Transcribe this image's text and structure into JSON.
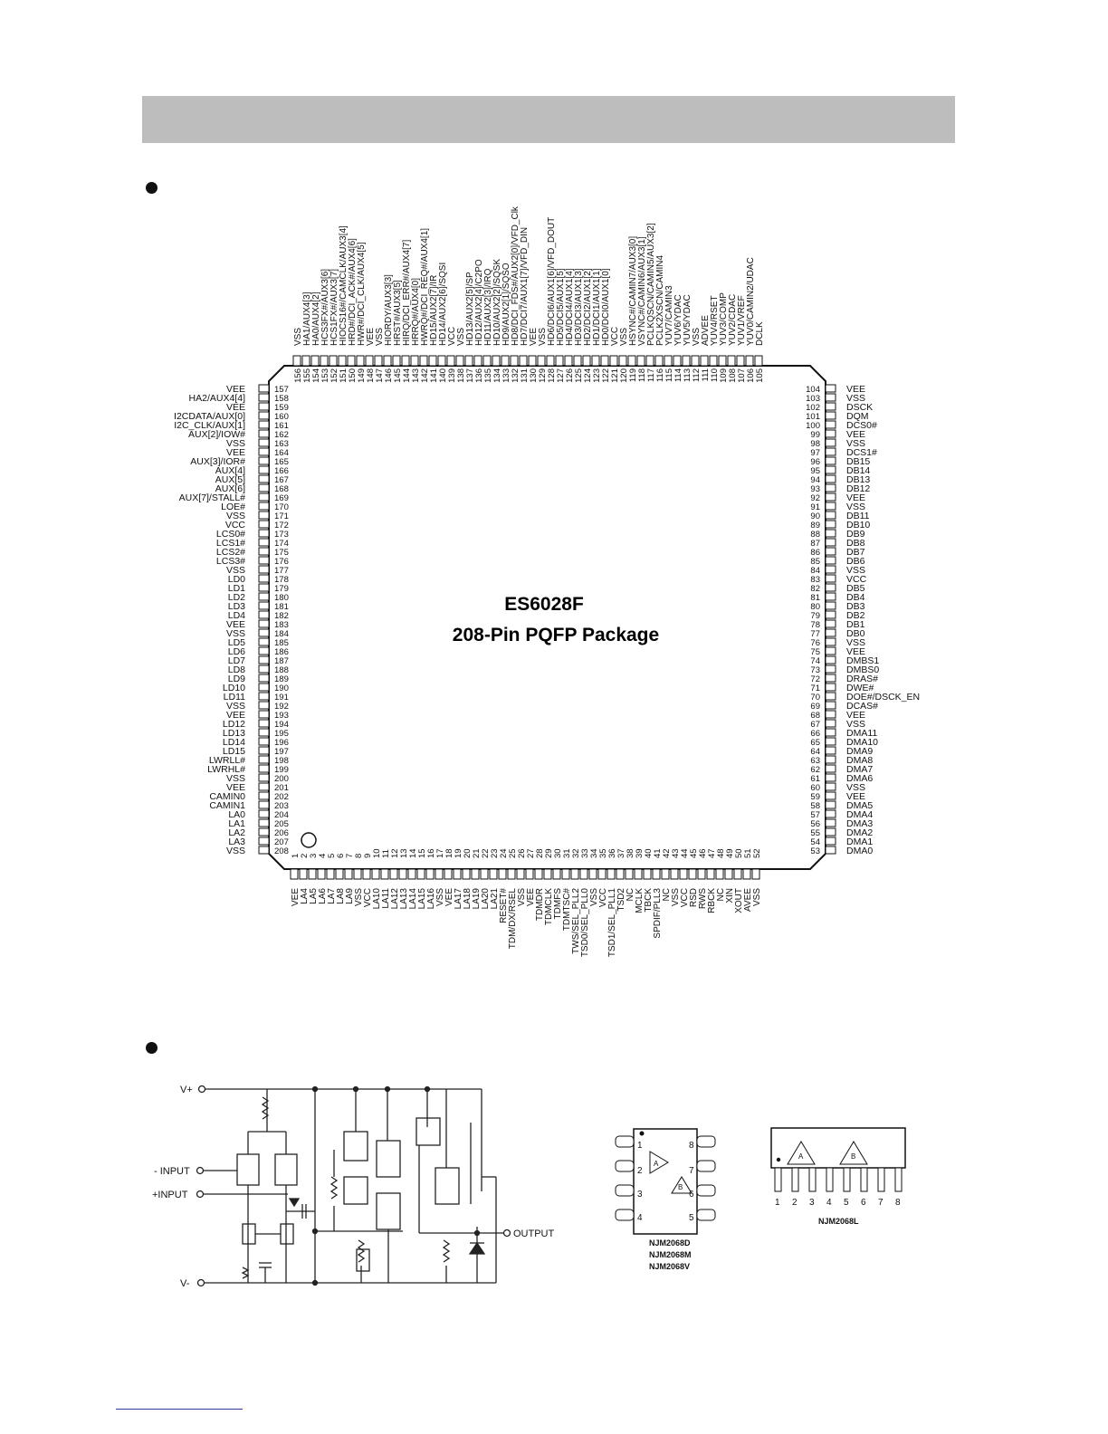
{
  "chip": {
    "name": "ES6028F",
    "package": "208-Pin PQFP Package",
    "pins": {
      "left": [
        "VEE",
        "HA2/AUX4[4]",
        "VEE",
        "I2CDATA/AUX[0]",
        "I2C_CLK/AUX[1]",
        "AUX[2]/IOW#",
        "VSS",
        "VEE",
        "AUX[3]/IOR#",
        "AUX[4]",
        "AUX[5]",
        "AUX[6]",
        "AUX[7]/STALL#",
        "LOE#",
        "VSS",
        "VCC",
        "LCS0#",
        "LCS1#",
        "LCS2#",
        "LCS3#",
        "VSS",
        "LD0",
        "LD1",
        "LD2",
        "LD3",
        "LD4",
        "VEE",
        "VSS",
        "LD5",
        "LD6",
        "LD7",
        "LD8",
        "LD9",
        "LD10",
        "LD11",
        "VSS",
        "VEE",
        "LD12",
        "LD13",
        "LD14",
        "LD15",
        "LWRLL#",
        "LWRHL#",
        "VSS",
        "VEE",
        "CAMIN0",
        "CAMIN1",
        "LA0",
        "LA1",
        "LA2",
        "LA3",
        "VSS"
      ],
      "right": [
        "VEE",
        "VSS",
        "DSCK",
        "DQM",
        "DCS0#",
        "VEE",
        "VSS",
        "DCS1#",
        "DB15",
        "DB14",
        "DB13",
        "DB12",
        "VEE",
        "VSS",
        "DB11",
        "DB10",
        "DB9",
        "DB8",
        "DB7",
        "DB6",
        "VSS",
        "VCC",
        "DB5",
        "DB4",
        "DB3",
        "DB2",
        "DB1",
        "DB0",
        "VSS",
        "VEE",
        "DMBS1",
        "DMBS0",
        "DRAS#",
        "DWE#",
        "DOE#/DSCK_EN",
        "DCAS#",
        "VEE",
        "VSS",
        "DMA11",
        "DMA10",
        "DMA9",
        "DMA8",
        "DMA7",
        "DMA6",
        "VSS",
        "VEE",
        "DMA5",
        "DMA4",
        "DMA3",
        "DMA2",
        "DMA1",
        "DMA0"
      ],
      "top": [
        "VSS",
        "HA1/AUX4[3]",
        "HA0/AUX4[2]",
        "HCS3FX#/AUX3[6]",
        "HCS1FX#/AUX3[7]",
        "HIOCS16#/CAMCLK/AUX3[4]",
        "HRD#/DCI_ACK#/AUX4[6]",
        "HWR#/DCI_CLK/AUX4[5]",
        "VEE",
        "VSS",
        "HIORDY/AUX3[3]",
        "HRST#/AUX3[5]",
        "HIRQ/DCI_ERR#/AUX4[7]",
        "HRRQ#/AUX4[0]",
        "HWRQ#/DCI_REQ#/AUX4[1]",
        "HD15/AUX2[7]/IR",
        "HD14/AUX2[6]/SQSI",
        "VCC",
        "VSS",
        "HD13/AUX2[5]/SP",
        "HD12/AUX2[4]/C2PO",
        "HD11/AUX2[3]/IRQ",
        "HD10/AUX2[2]/SQSK",
        "HD9/AUX2[1]/SQSO",
        "HD8/DCI_FDS#/AUX2[0]/VFD_Clk",
        "HD7/DCI7/AUX1[7]/VFD_DIN",
        "VEE",
        "VSS",
        "HD6/DCI6/AUX1[6]/VFD_DOUT",
        "HD5/DCI5/AUX1[5]",
        "HD4/DCI4/AUX1[4]",
        "HD3/DCI3/AUX1[3]",
        "HD2/DCI2/AUX1[2]",
        "HD1/DCI1/AUX1[1]",
        "HD0/DCI0/AUX1[0]",
        "VCC",
        "VSS",
        "HSYNC#/CAMIN7/AUX3[0]",
        "VSYNC#/CAMIN6/AUX3[1]",
        "PCLKQSCN/CAMIN5/AUX3[2]",
        "PCLK2XSCN/CAMIN4",
        "YUV7/CAMIN3",
        "YUV6/YDAC",
        "YUV5/YDAC",
        "VSS",
        "ADVEE",
        "YUV4/RSET",
        "YUV3/COMP",
        "YUV2/CDAC",
        "YUV1/VREF",
        "YUV0/CAMIN2/UDAC",
        "DCLK"
      ],
      "bottom": [
        "VEE",
        "LA4",
        "LA5",
        "LA6",
        "LA7",
        "LA8",
        "LA9",
        "VSS",
        "VCC",
        "LA10",
        "LA11",
        "LA12",
        "LA13",
        "LA14",
        "LA15",
        "LA16",
        "VSS",
        "VEE",
        "LA17",
        "LA18",
        "LA19",
        "LA20",
        "LA21",
        "RESET#",
        "TDM/DX/RSEL",
        "VSS",
        "VEE",
        "TDMDR",
        "TDMCLK",
        "TDMFS",
        "TDMTSC#",
        "TWS/SEL_PLL2",
        "TSD0/SEL_PLL0",
        "VSS",
        "VCC",
        "TSD1/SEL_PLL1",
        "TSD2",
        "NC",
        "MCLK",
        "TBCK",
        "SPDIF/PLL3",
        "NC",
        "VSS",
        "VCC",
        "RSD",
        "RWS",
        "RBCK",
        "NC",
        "XIN",
        "XOUT",
        "AVEE",
        "VSS"
      ]
    }
  },
  "opamp": {
    "supply_pos": "V+",
    "supply_neg": "V-",
    "input_minus": "- INPUT",
    "input_plus": "+INPUT",
    "output": "OUTPUT"
  },
  "dip": {
    "pins": [
      "1",
      "2",
      "3",
      "4",
      "5",
      "6",
      "7",
      "8"
    ],
    "amp_a": "A",
    "amp_b": "B",
    "parts": [
      "NJM2068D",
      "NJM2068M",
      "NJM2068V"
    ]
  },
  "sip": {
    "pins": [
      "1",
      "2",
      "3",
      "4",
      "5",
      "6",
      "7",
      "8"
    ],
    "amp_a": "A",
    "amp_b": "B",
    "part": "NJM2068L"
  }
}
